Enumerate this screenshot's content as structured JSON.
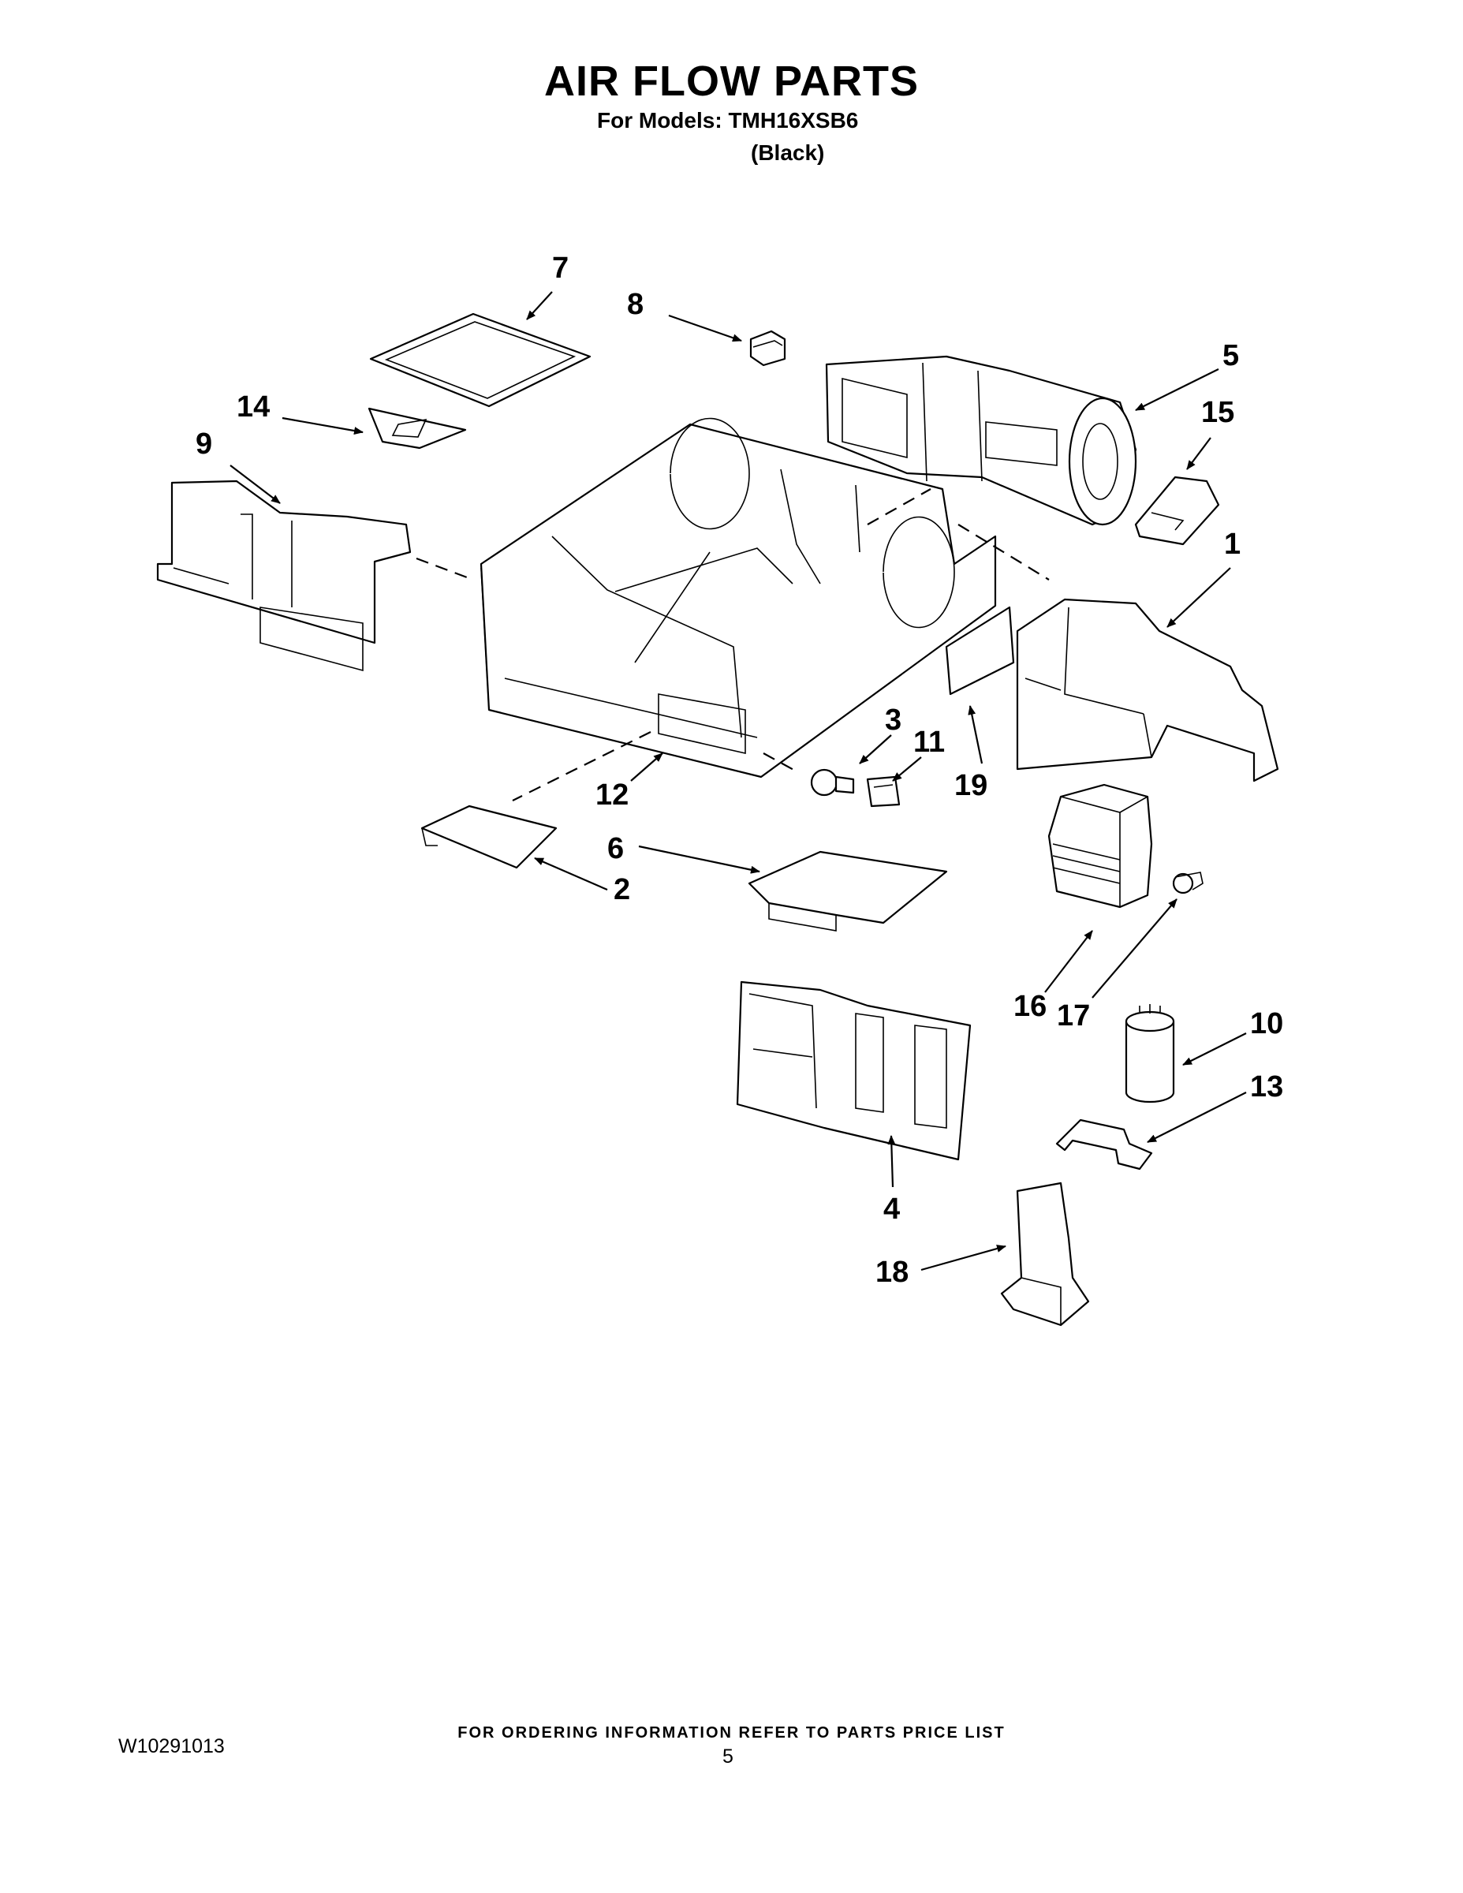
{
  "header": {
    "title": "AIR FLOW PARTS",
    "models": "For Models: TMH16XSB6",
    "color_variant": "(Black)"
  },
  "callouts": {
    "c1": "1",
    "c2": "2",
    "c3": "3",
    "c4": "4",
    "c5": "5",
    "c6": "6",
    "c7": "7",
    "c8": "8",
    "c9": "9",
    "c10": "10",
    "c11": "11",
    "c12": "12",
    "c13": "13",
    "c14": "14",
    "c15": "15",
    "c16": "16",
    "c17": "17",
    "c18": "18",
    "c19": "19"
  },
  "footer": {
    "note": "FOR ORDERING INFORMATION REFER TO PARTS PRICE LIST",
    "doc_number": "W10291013",
    "page_number": "5"
  }
}
